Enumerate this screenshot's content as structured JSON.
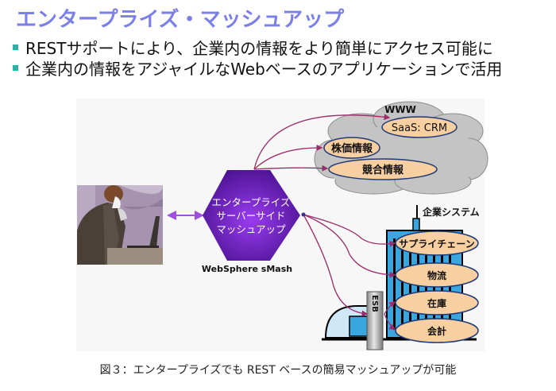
{
  "slide": {
    "title": "エンタープライズ・マッシュアップ",
    "bullets": [
      "RESTサポートにより、企業内の情報をより簡単にアクセス可能に",
      "企業内の情報をアジャイルなWebベースのアプリケーションで活用"
    ],
    "caption": "図３：エンタープライズでも REST ベースの簡易マッシュアップが可能"
  },
  "diagram": {
    "user": {
      "icon": "person-at-laptop-icon"
    },
    "hub": {
      "lines": [
        "エンタープライズ",
        "サーバーサイド",
        "マッシュアップ"
      ],
      "product_label": "WebSphere sMash",
      "color": "#6a1fc0"
    },
    "web": {
      "label": "WWW",
      "items": [
        "SaaS: CRM",
        "株価情報",
        "競合情報"
      ]
    },
    "enterprise": {
      "label": "企業システム",
      "bus_label": "ESB",
      "items": [
        "サプライチェーン",
        "物流",
        "在庫",
        "会計"
      ]
    },
    "colors": {
      "title": "#7b7fe8",
      "bullet": "#2bb3a8",
      "pill_fill": "#f7cfa0",
      "pill_stroke": "#1f3a78",
      "cloud": "#c4c4c4",
      "building": "#3aa6e0",
      "connector": "#9b2b6a"
    }
  }
}
